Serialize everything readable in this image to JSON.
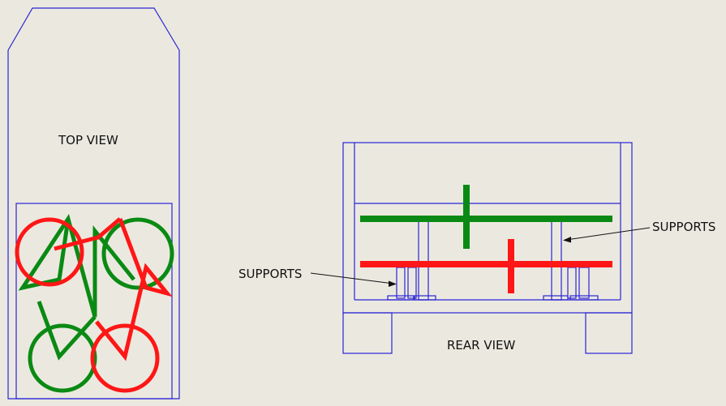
{
  "colors": {
    "background": "#ebe9df",
    "outline": "#2a24d6",
    "green": "#0a8a14",
    "red": "#ff1616",
    "leader": "#111111"
  },
  "labels": {
    "top_view": "TOP VIEW",
    "rear_view": "REAR VIEW",
    "supports_right": "SUPPORTS",
    "supports_left": "SUPPORTS"
  }
}
